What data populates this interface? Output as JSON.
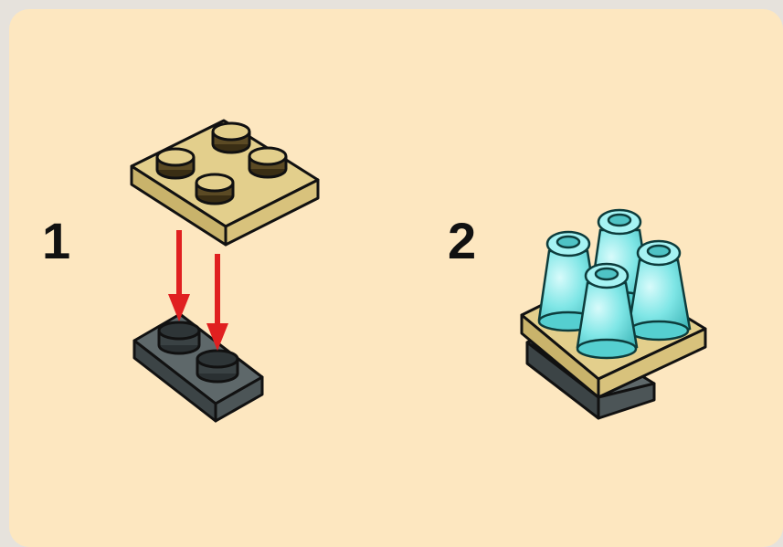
{
  "steps": [
    {
      "number": "1"
    },
    {
      "number": "2"
    }
  ],
  "colors": {
    "panel_background": "#fde7c0",
    "tan_brick": "#e0cd8a",
    "dark_gray_brick": "#505a5c",
    "arrow": "#e02020",
    "trans_light_blue_cone": "#7fe6e6"
  },
  "parts": {
    "step_1": [
      "tan-2x2-plate",
      "dark-gray-1x2-plate",
      "red-assembly-arrow",
      "red-assembly-arrow"
    ],
    "step_2": [
      "tan-2x2-plate",
      "dark-gray-1x2-plate",
      "trans-light-blue-cone",
      "trans-light-blue-cone",
      "trans-light-blue-cone",
      "trans-light-blue-cone"
    ]
  }
}
